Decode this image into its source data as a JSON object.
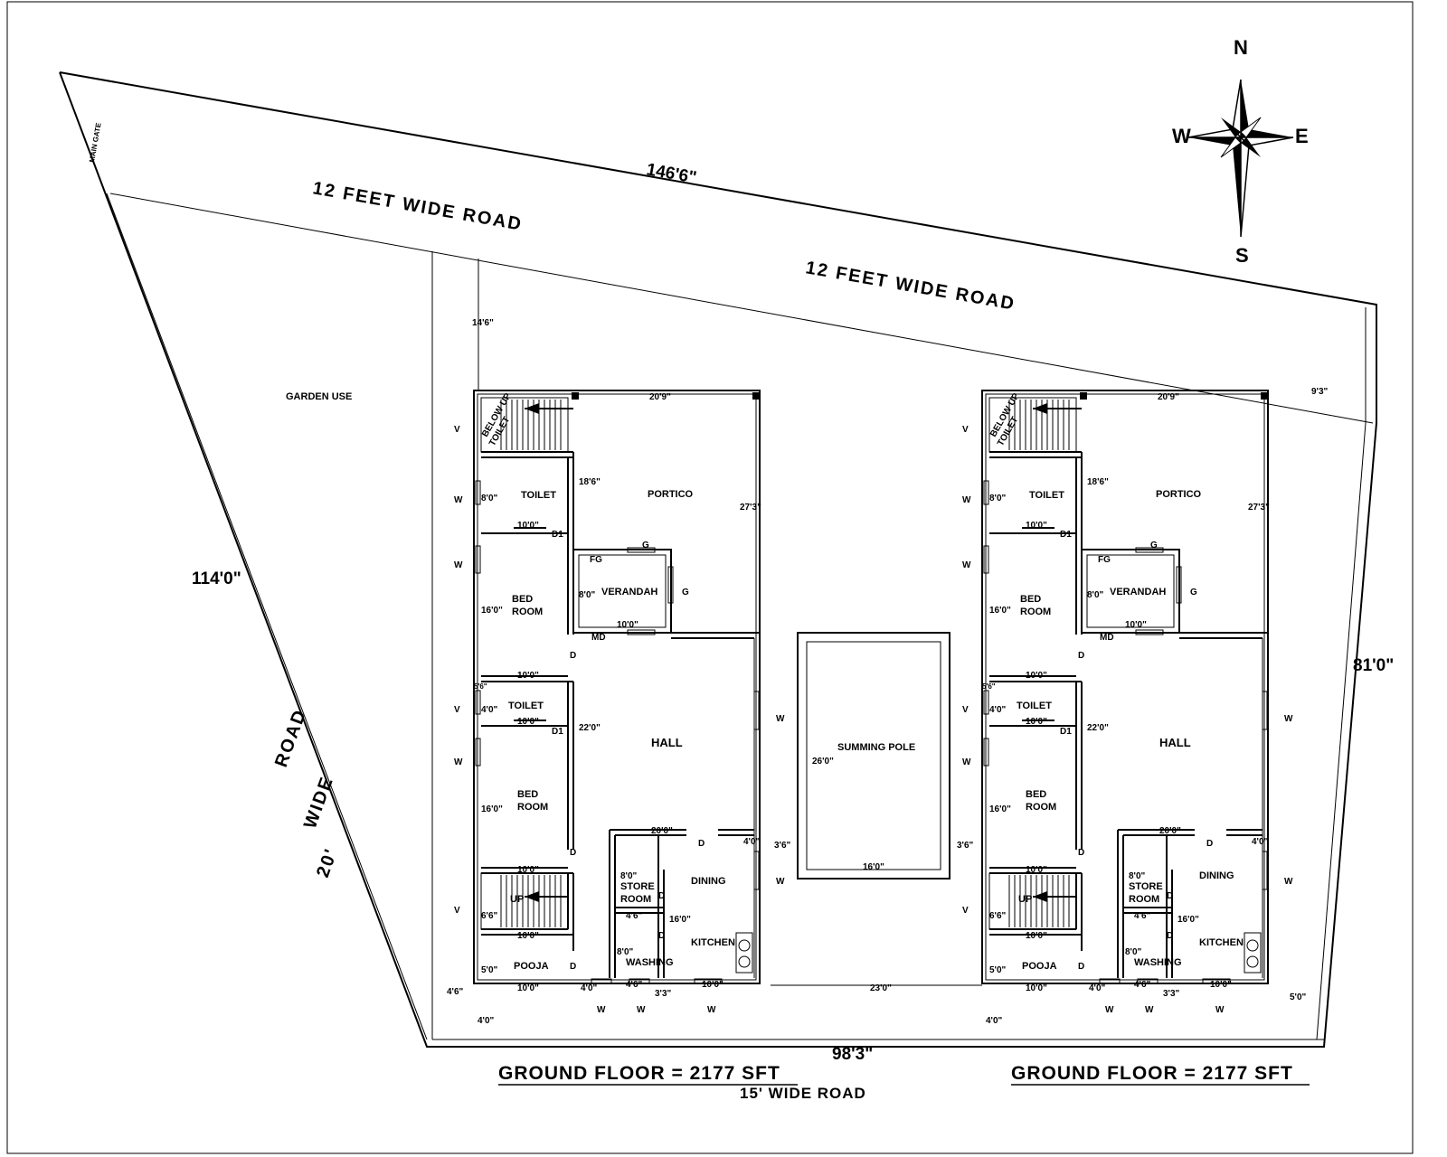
{
  "compass": {
    "north": "N",
    "south": "S",
    "east": "E",
    "west": "W"
  },
  "roads": {
    "top_road_1": "12 FEET  WIDE  ROAD",
    "top_road_2": "12 FEET  WIDE  ROAD",
    "left_road_1": "20'",
    "left_road_2": "WIDE",
    "left_road_3": "ROAD",
    "bottom_road": "15'      WIDE      ROAD",
    "main_gate": "MAIN GATE"
  },
  "site": {
    "north_length": "146'6\"",
    "west_length": "114'0\"",
    "east_length": "81'0\"",
    "south_length": "98'3\"",
    "garden": "GARDEN  USE",
    "setback_north": "14'6\"",
    "setback_east": "9'3\"",
    "setback_sw": "4'6\"",
    "setback_w1": "4'0\"",
    "setback_w2": "4'0\"",
    "setback_se": "5'0\"",
    "gap_between": "23'0\""
  },
  "pool": {
    "label": "SUMMING  POLE",
    "length": "26'0\"",
    "width": "16'0\"",
    "gap_left": "3'6\"",
    "gap_right": "3'6\""
  },
  "units": [
    {
      "stair_top": "BELOW UP",
      "stair_top_toilet": "TOILET",
      "top_width": "20'9\"",
      "portico": "PORTICO",
      "portico_len": "18'6\"",
      "side_len": "27'3\"",
      "toilet1": "TOILET",
      "toilet1_len": "8'0\"",
      "toilet1_w": "10'0\"",
      "d1_a": "D1",
      "bed1": [
        "BED",
        "ROOM"
      ],
      "bed1_len": "16'0\"",
      "bed1_w": "10'0\"",
      "fg": "FG",
      "g1": "G",
      "g2": "G",
      "verandah": "VERANDAH",
      "verandah_len": "8'0\"",
      "verandah_w": "10'0\"",
      "md": "MD",
      "d_a": "D",
      "small_a": "5'6\"",
      "toilet2": "TOILET",
      "toilet2_len": "4'0\"",
      "toilet2_w": "10'0\"",
      "d1_b": "D1",
      "hall": "HALL",
      "hall_len": "22'0\"",
      "bed2": [
        "BED",
        "ROOM"
      ],
      "bed2_len": "16'0\"",
      "d_b": "D",
      "bed2_w": "10'0\"",
      "hall_w": "20'0\"",
      "d_c": "D",
      "side_40": "4'0\"",
      "store": [
        "STORE",
        "ROOM"
      ],
      "store_len": "8'0\"",
      "store_w": "4'6\"",
      "d_d": "D",
      "dining": "DINING",
      "kitchen": "KITCHEN",
      "kitchen_len": "16'0\"",
      "d_e": "D",
      "washing": "WASHING",
      "washing_len": "8'0\"",
      "washing_w": "4'6\"",
      "kitchen_w": "10'0\"",
      "bottom_small": "3'3\"",
      "up": "UP",
      "stair_len": "6'6\"",
      "stair_w": "10'0\"",
      "pooja": "POOJA",
      "pooja_len": "5'0\"",
      "pooja_w": "10'0\"",
      "d_f": "D",
      "bottom_4": "4'0\"",
      "v": "V",
      "w": "W",
      "ground_floor": "GROUND  FLOOR =  2177 SFT"
    },
    {
      "stair_top": "BELOW UP",
      "stair_top_toilet": "TOILET",
      "top_width": "20'9\"",
      "portico": "PORTICO",
      "portico_len": "18'6\"",
      "side_len": "27'3\"",
      "toilet1": "TOILET",
      "toilet1_len": "8'0\"",
      "toilet1_w": "10'0\"",
      "d1_a": "D1",
      "bed1": [
        "BED",
        "ROOM"
      ],
      "bed1_len": "16'0\"",
      "bed1_w": "10'0\"",
      "fg": "FG",
      "g1": "G",
      "g2": "G",
      "verandah": "VERANDAH",
      "verandah_len": "8'0\"",
      "verandah_w": "10'0\"",
      "md": "MD",
      "d_a": "D",
      "small_a": "5'6\"",
      "toilet2": "TOILET",
      "toilet2_len": "4'0\"",
      "toilet2_w": "10'0\"",
      "d1_b": "D1",
      "hall": "HALL",
      "hall_len": "22'0\"",
      "bed2": [
        "BED",
        "ROOM"
      ],
      "bed2_len": "16'0\"",
      "d_b": "D",
      "bed2_w": "10'0\"",
      "hall_w": "20'0\"",
      "d_c": "D",
      "side_40": "4'0\"",
      "store": [
        "STORE",
        "ROOM"
      ],
      "store_len": "8'0\"",
      "store_w": "4'6\"",
      "d_d": "D",
      "dining": "DINING",
      "kitchen": "KITCHEN",
      "kitchen_len": "16'0\"",
      "d_e": "D",
      "washing": "WASHING",
      "washing_len": "8'0\"",
      "washing_w": "4'6\"",
      "kitchen_w": "10'0\"",
      "bottom_small": "3'3\"",
      "up": "UP",
      "stair_len": "6'6\"",
      "stair_w": "10'0\"",
      "pooja": "POOJA",
      "pooja_len": "5'0\"",
      "pooja_w": "10'0\"",
      "d_f": "D",
      "bottom_4": "4'0\"",
      "v": "V",
      "w": "W",
      "ground_floor": "GROUND  FLOOR =  2177 SFT"
    }
  ]
}
